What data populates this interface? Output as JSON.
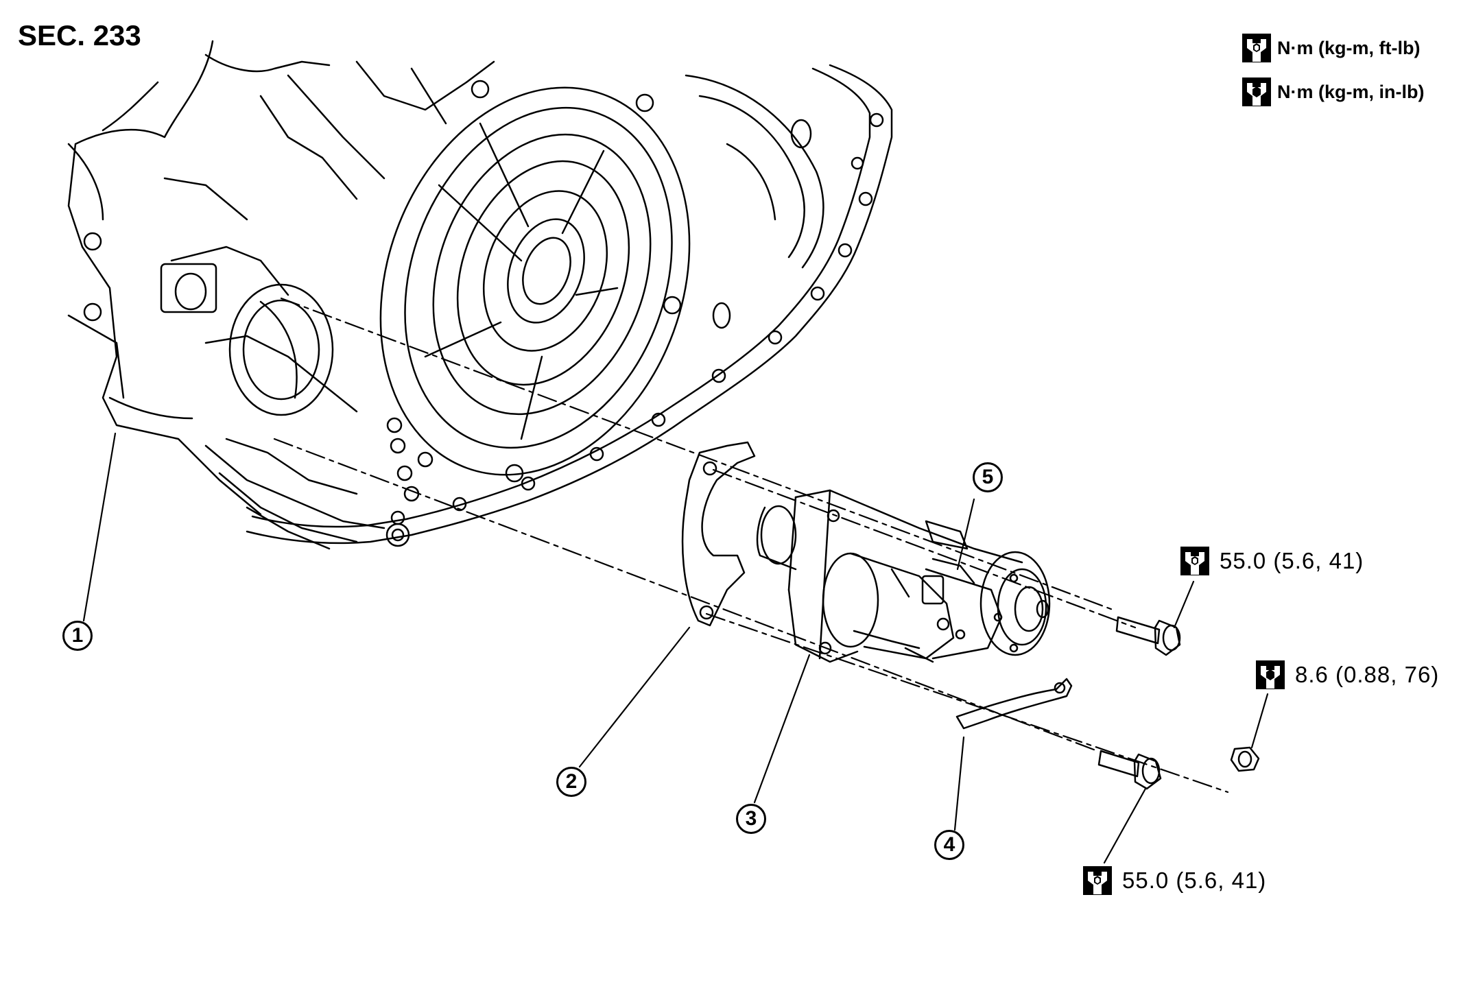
{
  "section_label": "SEC. 233",
  "legend": [
    {
      "icon": "torque-wrench-icon",
      "text": "N·m (kg-m, ft-lb)"
    },
    {
      "icon": "torque-wrench-filled-icon",
      "text": "N·m (kg-m, in-lb)"
    }
  ],
  "callouts": [
    {
      "number": "1"
    },
    {
      "number": "2"
    },
    {
      "number": "3"
    },
    {
      "number": "4"
    },
    {
      "number": "5"
    }
  ],
  "torques": [
    {
      "icon": "torque-wrench-icon",
      "value": "55.0 (5.6, 41)"
    },
    {
      "icon": "torque-wrench-filled-icon",
      "value": "8.6 (0.88, 76)"
    },
    {
      "icon": "torque-wrench-icon",
      "value": "55.0 (5.6, 41)"
    }
  ]
}
